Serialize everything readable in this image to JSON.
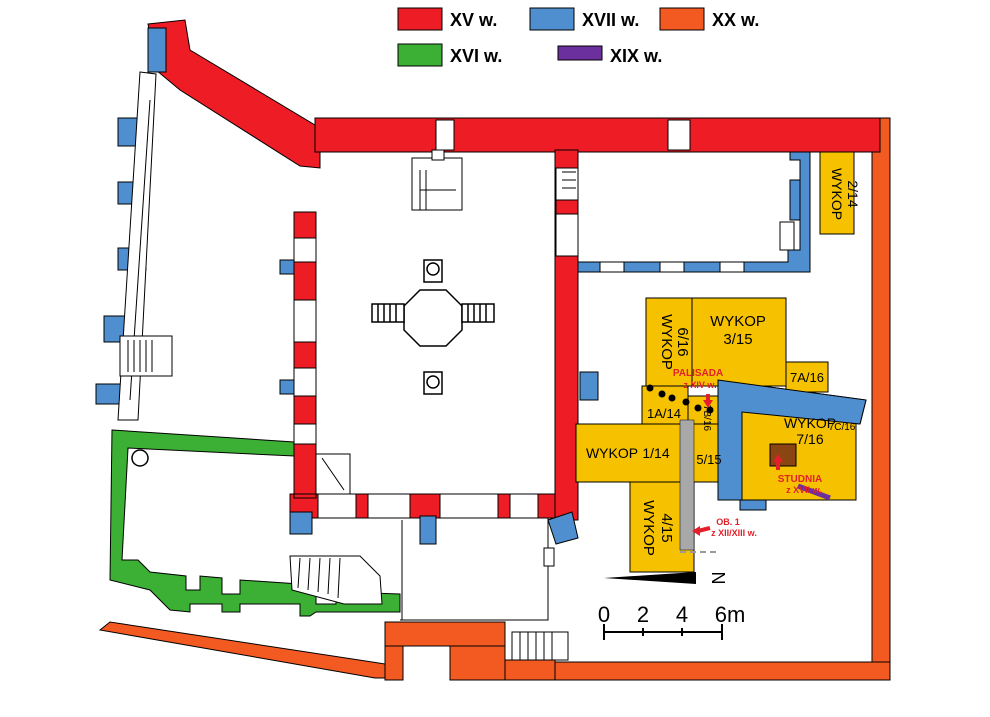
{
  "legend": {
    "items": [
      {
        "label": "XV w.",
        "color": "#ee1c25"
      },
      {
        "label": "XVI w.",
        "color": "#3cb034"
      },
      {
        "label": "XVII w.",
        "color": "#4f8fd0"
      },
      {
        "label": "XIX w.",
        "color": "#6b2f9e"
      },
      {
        "label": "XX w.",
        "color": "#f25a22"
      }
    ]
  },
  "trenches": [
    {
      "name": "WYKOP",
      "number": "2/14"
    },
    {
      "name": "WYKOP",
      "number": "6/16"
    },
    {
      "name": "WYKOP",
      "number": "3/15"
    },
    {
      "name": "",
      "number": "7A/16"
    },
    {
      "name": "",
      "number": "1A/14"
    },
    {
      "name": "",
      "number": "7B/16"
    },
    {
      "name": "WYKOP",
      "number": "7/16"
    },
    {
      "name": "",
      "number": "7C/16"
    },
    {
      "name": "WYKOP",
      "number": "1/14"
    },
    {
      "name": "",
      "number": "5/15"
    },
    {
      "name": "WYKOP",
      "number": "4/15"
    }
  ],
  "annotations": {
    "palisade": {
      "title": "PALISADA",
      "date": "z XIV w."
    },
    "well": {
      "title": "STUDNIA",
      "date": "z XVII w."
    },
    "feature": {
      "title": "OB. 1",
      "date": "z XII/XIII w."
    }
  },
  "north_label": "N",
  "scale_bar": {
    "ticks": [
      "0",
      "2",
      "4",
      "6m"
    ]
  },
  "colors": {
    "xv": "#ee1c25",
    "xvi": "#3cb034",
    "xvii": "#4f8fd0",
    "xix": "#6b2f9e",
    "xx": "#f25a22",
    "trench": "#f6c200",
    "annotation_red": "#e3202a",
    "well_brown": "#8b4513",
    "gray": "#a8a8a8"
  }
}
